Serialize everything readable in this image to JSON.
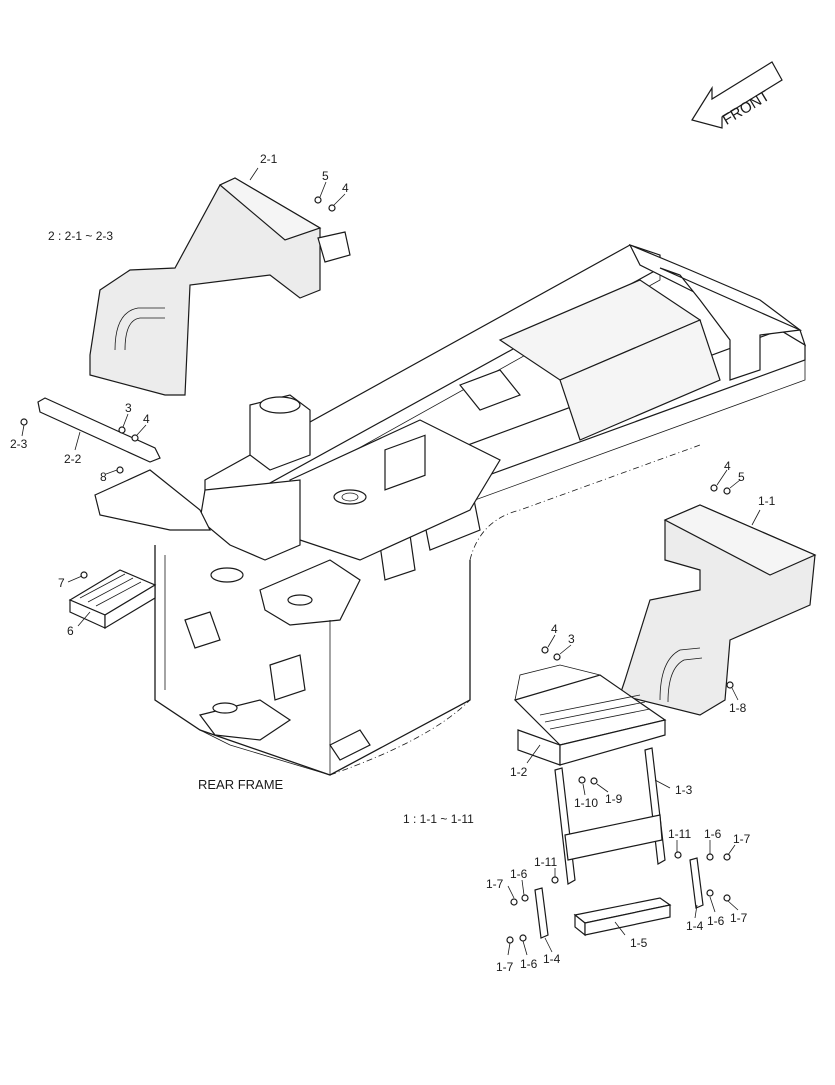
{
  "front_arrow": {
    "label": "FRONT"
  },
  "groups": {
    "group2": "2 : 2-1 ~ 2-3",
    "group1": "1 : 1-1 ~ 1-11"
  },
  "rear_frame_label": "REAR FRAME",
  "callouts": {
    "c2_1": "2-1",
    "c5_top": "5",
    "c4_top": "4",
    "c3_left": "3",
    "c4_left": "4",
    "c2_3": "2-3",
    "c2_2": "2-2",
    "c8": "8",
    "c7": "7",
    "c6": "6",
    "c4_right": "4",
    "c5_right": "5",
    "c1_1": "1-1",
    "c4_mid": "4",
    "c3_mid": "3",
    "c1_8": "1-8",
    "c1_2": "1-2",
    "c1_10": "1-10",
    "c1_9": "1-9",
    "c1_3": "1-3",
    "c1_11_right": "1-11",
    "c1_6_right": "1-6",
    "c1_7_right": "1-7",
    "c1_11_left": "1-11",
    "c1_7_left": "1-7",
    "c1_6_left": "1-6",
    "c1_4_right": "1-4",
    "c1_6_right2": "1-6",
    "c1_7_right2": "1-7",
    "c1_5": "1-5",
    "c1_7_bottom": "1-7",
    "c1_6_bottom": "1-6",
    "c1_4_bottom": "1-4"
  }
}
